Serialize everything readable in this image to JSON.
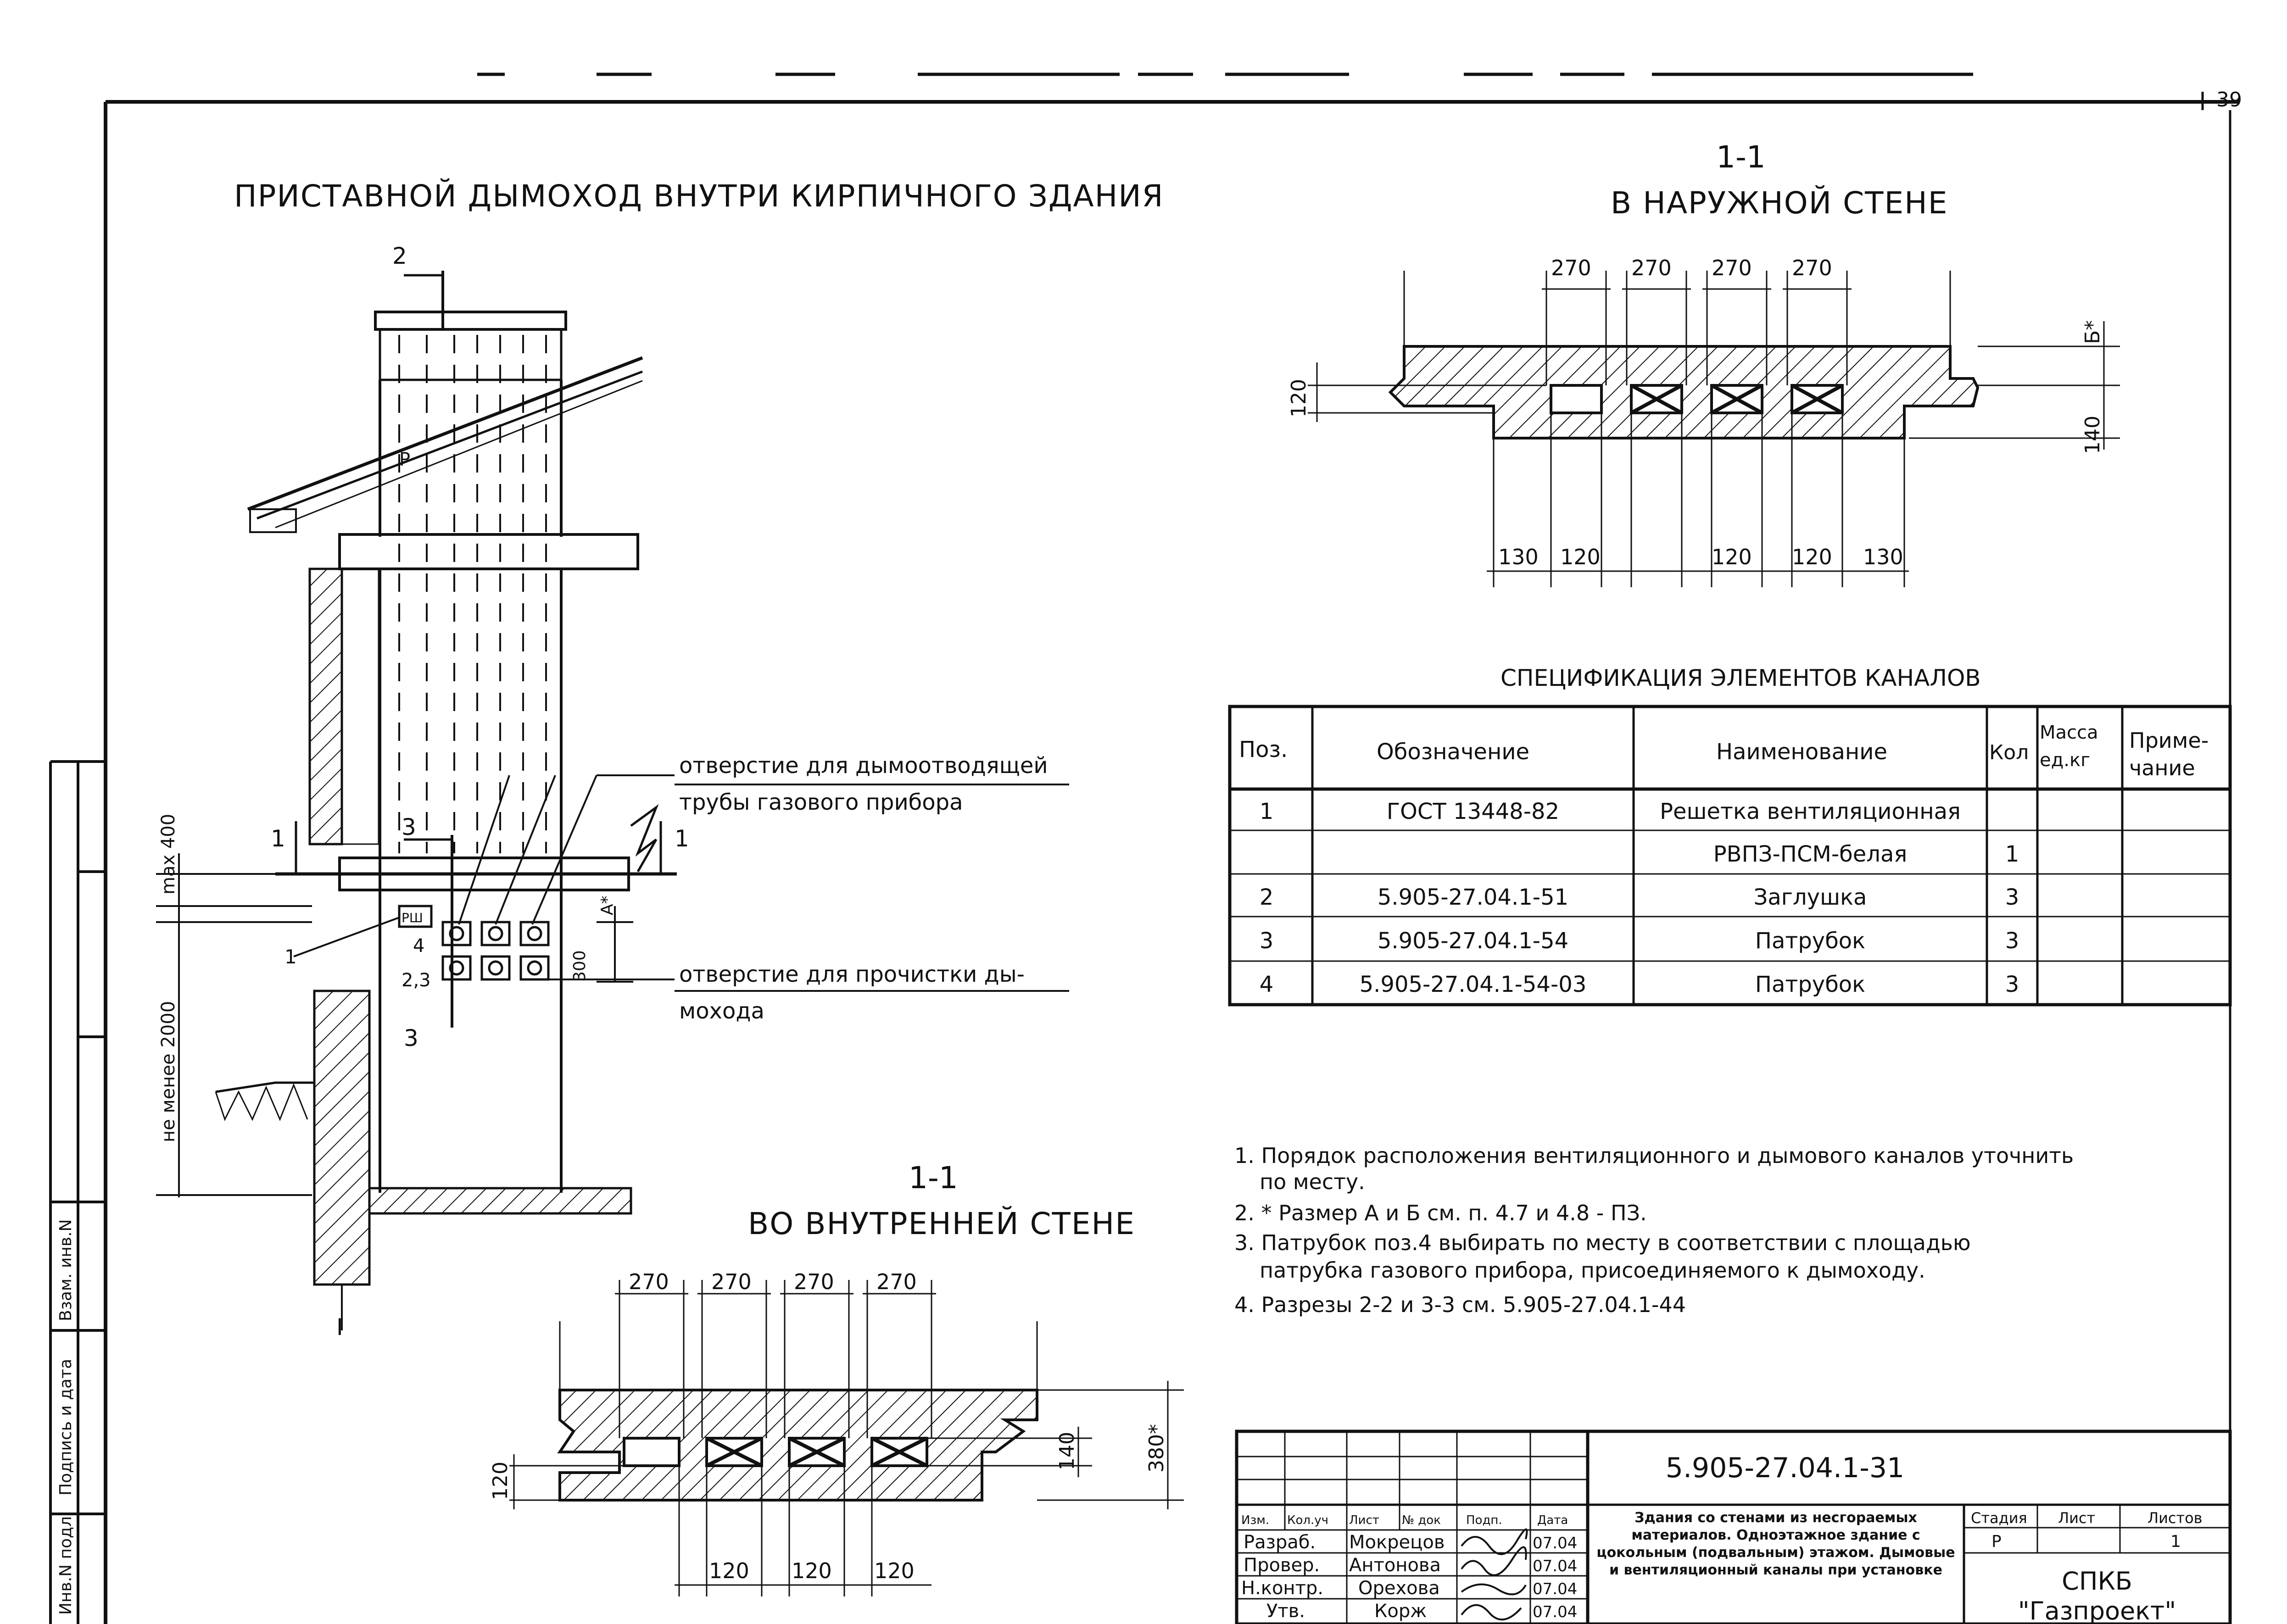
{
  "page_number": "39",
  "titles": {
    "main_left": "ПРИСТАВНОЙ ДЫМОХОД ВНУТРИ КИРПИЧНОГО ЗДАНИЯ",
    "outer_section_num": "1-1",
    "outer_section_title": "В НАРУЖНОЙ СТЕНЕ",
    "inner_section_num": "1-1",
    "inner_section_title": "ВО ВНУТРЕННЕЙ СТЕНЕ",
    "spec_title": "СПЕЦИФИКАЦИЯ ЭЛЕМЕНТОВ КАНАЛОВ"
  },
  "elevation": {
    "section_mark_2": "2",
    "section_mark_1": "1",
    "section_mark_3": "3",
    "label_r": "Р",
    "label_rsh": "РШ",
    "pos_1": "1",
    "pos_4": "4",
    "pos_23": "2,3",
    "dim_max400": "max 400",
    "dim_min2000": "не менее 2000",
    "dim_a": "А*",
    "dim_300": "300",
    "note_flue_1": "отверстие для дымоотводящей",
    "note_flue_2": "трубы газового прибора",
    "note_clean_1": "отверстие для прочистки ды-",
    "note_clean_2": "мохода",
    "mark_i": "I"
  },
  "outer_section": {
    "top_dims": [
      "270",
      "270",
      "270",
      "270"
    ],
    "bottom_dims": [
      "130",
      "120",
      "120",
      "120",
      "130"
    ],
    "dim_left": "120",
    "dim_right_b": "Б*",
    "dim_right_140": "140"
  },
  "inner_section": {
    "top_dims": [
      "270",
      "270",
      "270",
      "270"
    ],
    "bottom_dims": [
      "120",
      "120",
      "120"
    ],
    "dim_left": "120",
    "dim_right_140": "140",
    "dim_right_380": "380*"
  },
  "spec_table": {
    "headers": [
      "Поз.",
      "Обозначение",
      "Наименование",
      "Кол",
      "Масса ед.кг",
      "Приме- чание"
    ],
    "rows": [
      [
        "1",
        "ГОСТ 13448-82",
        "Решетка вентиляционная",
        "",
        "",
        ""
      ],
      [
        "",
        "",
        "РВПЗ-ПСМ-белая",
        "1",
        "",
        ""
      ],
      [
        "2",
        "5.905-27.04.1-51",
        "Заглушка",
        "3",
        "",
        ""
      ],
      [
        "3",
        "5.905-27.04.1-54",
        "Патрубок",
        "3",
        "",
        ""
      ],
      [
        "4",
        "5.905-27.04.1-54-03",
        "Патрубок",
        "3",
        "",
        ""
      ]
    ]
  },
  "notes": [
    "1. Порядок расположения вентиляционного и дымового каналов уточнить",
    "по месту.",
    "2. * Размер А и Б см. п. 4.7 и 4.8 - ПЗ.",
    "3. Патрубок поз.4 выбирать по месту в соответствии с площадью",
    "патрубка газового прибора, присоединяемого к дымоходу.",
    "4. Разрезы 2-2 и 3-3 см. 5.905-27.04.1-44"
  ],
  "side_stamp": [
    "Взам. инв.N",
    "Подпись и дата",
    "Инв.N подл."
  ],
  "title_block": {
    "code": "5.905-27.04.1-31",
    "description": "Здания со стенами из несгораемых материалов. Одноэтажное здание с цокольным (подвальным) этажом. Дымовые и вентиляционный каналы при установке",
    "head_cols": [
      "Изм.",
      "Кол.уч",
      "Лист",
      "№ док",
      "Подп.",
      "Дата"
    ],
    "people": [
      {
        "role": "Разраб.",
        "name": "Мокрецов",
        "date": "07.04"
      },
      {
        "role": "Провер.",
        "name": "Антонова",
        "date": "07.04"
      },
      {
        "role": "Н.контр.",
        "name": "Орехова",
        "date": "07.04"
      },
      {
        "role": "Утв.",
        "name": "Корж",
        "date": "07.04"
      }
    ],
    "stage_headers": [
      "Стадия",
      "Лист",
      "Листов"
    ],
    "stage_values": [
      "Р",
      "",
      "1"
    ],
    "org_1": "СПКБ",
    "org_2": "\"Газпроект\""
  }
}
